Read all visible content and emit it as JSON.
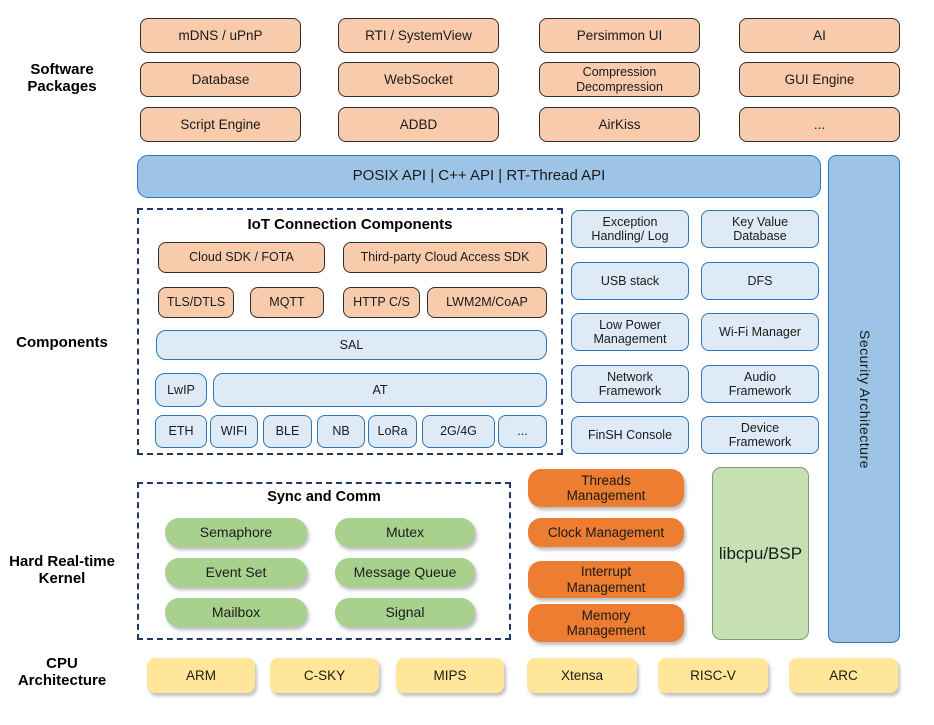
{
  "sections": {
    "software_packages": "Software\nPackages",
    "components": "Components",
    "kernel": "Hard Real-time\nKernel",
    "cpu": "CPU\nArchitecture"
  },
  "packages": [
    "mDNS / uPnP",
    "RTI / SystemView",
    "Persimmon UI",
    "AI",
    "Database",
    "WebSocket",
    "Compression\nDecompression",
    "GUI Engine",
    "Script Engine",
    "ADBD",
    "AirKiss",
    "..."
  ],
  "api_bar": "POSIX API | C++ API | RT-Thread API",
  "security_bar": "Security Architecture",
  "iot": {
    "title": "IoT Connection Components",
    "cloud_sdk": "Cloud SDK / FOTA",
    "third_party": "Third-party Cloud Access SDK",
    "protocols": [
      "TLS/DTLS",
      "MQTT",
      "HTTP C/S",
      "LWM2M/CoAP"
    ],
    "sal": "SAL",
    "lwip": "LwIP",
    "at": "AT",
    "links": [
      "ETH",
      "WIFI",
      "BLE",
      "NB",
      "LoRa",
      "2G/4G",
      "..."
    ]
  },
  "component_boxes": [
    "Exception\nHandling/ Log",
    "Key Value\nDatabase",
    "USB stack",
    "DFS",
    "Low Power\nManagement",
    "Wi-Fi Manager",
    "Network\nFramework",
    "Audio\nFramework",
    "FinSH Console",
    "Device\nFramework"
  ],
  "kernel": {
    "sync_title": "Sync and Comm",
    "sync_items": [
      "Semaphore",
      "Mutex",
      "Event Set",
      "Message Queue",
      "Mailbox",
      "Signal"
    ],
    "mgmt_items": [
      "Threads\nManagement",
      "Clock Management",
      "Interrupt\nManagement",
      "Memory\nManagement"
    ],
    "libcpu": "libcpu/BSP"
  },
  "cpu_items": [
    "ARM",
    "C-SKY",
    "MIPS",
    "Xtensa",
    "RISC-V",
    "ARC"
  ],
  "colors": {
    "package_fill": "#F8CBAD",
    "package_border": "#2F2F2F",
    "api_bar_fill": "#9DC3E6",
    "blue_border": "#2E75B6",
    "component_fill": "#DEEBF7",
    "green_pill": "#A9D18E",
    "orange_pill": "#ED7D31",
    "libcpu_fill": "#C6E0B4",
    "cpu_fill": "#FFE699",
    "dashed_border": "#1F3864"
  }
}
